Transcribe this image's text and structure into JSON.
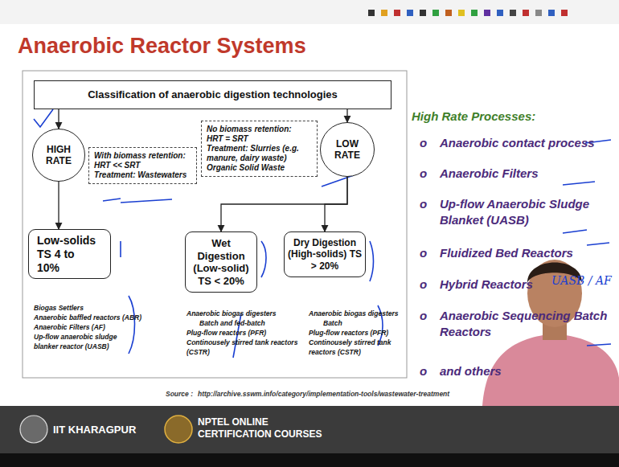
{
  "diagram": {
    "title": "Anaerobic Reactor Systems",
    "nodes": [
      {
        "text": [
          "Classification of anaerobic digestion technologies"
        ]
      },
      {
        "text": [
          "HIGH RATE"
        ]
      },
      {
        "text": [
          "With biomass retention:",
          "HRT << SRT",
          "Treatment: Wastewaters"
        ]
      },
      {
        "text": [
          "No biomass retention:",
          "HRT = SRT",
          "Treatment: Slurries (e.g. manure, dairy waste) Organic Solid Waste"
        ]
      },
      {
        "text": [
          "LOW RATE"
        ]
      },
      {
        "text": [
          "Low-solids TS 4 to 10%"
        ]
      },
      {
        "text": [
          "Wet Digestion (Low-solid) TS < 20%"
        ]
      },
      {
        "text": [
          "Dry Digestion (High-solids) TS > 20%"
        ]
      }
    ],
    "edges": [
      {
        "from": 0,
        "to": 1,
        "arrow": "to"
      },
      {
        "from": 0,
        "to": 4,
        "arrow": "to"
      },
      {
        "from": 1,
        "to": 5,
        "arrow": "to"
      },
      {
        "from": 4,
        "to": 6,
        "arrow": "to"
      },
      {
        "from": 4,
        "to": 7,
        "arrow": "to"
      }
    ],
    "labels": [
      "Biogas Settlers",
      "Anaerobic baffled reactors (ABR)",
      "Anaerobic Filters (AF)",
      "Up-flow anaerobic sludge blanker reactor (UASB)",
      "Anaerobic biogas digesters",
      "Batch and fed-batch",
      "Plug-flow reactors (PFR)",
      "Continousely stirred tank reactors (CSTR)",
      "Anaerobic biogas digesters",
      "Batch",
      "Plug-flow reactors (PFR)",
      "Continousely stirred tank reactors (CSTR)",
      "Source :",
      "http://archive.sswm.info/category/implementation-tools/wastewater-treatment",
      "High Rate Processes:",
      "o",
      "Anaerobic contact process",
      "o",
      "Anaerobic Filters",
      "o",
      "Up-flow Anaerobic Sludge Blanket (UASB)",
      "o",
      "Fluidized Bed Reactors",
      "o",
      "Hybrid Reactors",
      "o",
      "Anaerobic Sequencing Batch Reactors",
      "o",
      "and others",
      "UASB / AF",
      "IIT KHARAGPUR",
      "NPTEL ONLINE CERTIFICATION COURSES"
    ]
  }
}
